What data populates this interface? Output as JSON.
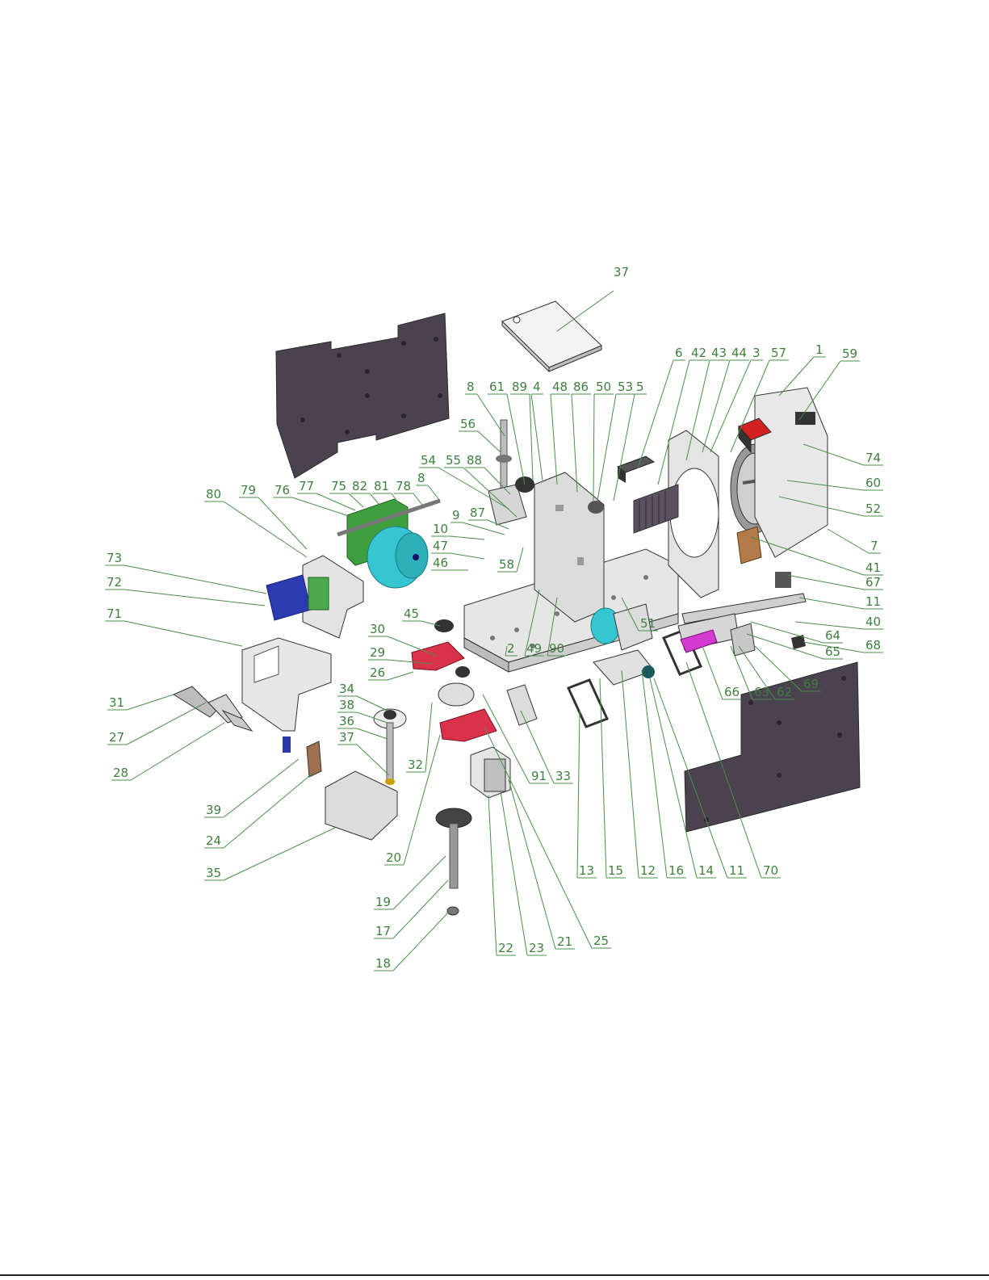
{
  "figure": {
    "kind": "exploded-assembly-drawing",
    "callout_color": "#3f7f3f",
    "top_cover_label": "37"
  },
  "callouts": [
    {
      "id": "c59",
      "label": "59"
    },
    {
      "id": "c1",
      "label": "1"
    },
    {
      "id": "c57",
      "label": "57"
    },
    {
      "id": "c3",
      "label": "3"
    },
    {
      "id": "c44",
      "label": "44"
    },
    {
      "id": "c43",
      "label": "43"
    },
    {
      "id": "c42",
      "label": "42"
    },
    {
      "id": "c6",
      "label": "6"
    },
    {
      "id": "c5",
      "label": "5"
    },
    {
      "id": "c53",
      "label": "53"
    },
    {
      "id": "c50",
      "label": "50"
    },
    {
      "id": "c86",
      "label": "86"
    },
    {
      "id": "c48",
      "label": "48"
    },
    {
      "id": "c4",
      "label": "4"
    },
    {
      "id": "c89",
      "label": "89"
    },
    {
      "id": "c61",
      "label": "61"
    },
    {
      "id": "c8a",
      "label": "8"
    },
    {
      "id": "c56",
      "label": "56"
    },
    {
      "id": "c54",
      "label": "54"
    },
    {
      "id": "c55",
      "label": "55"
    },
    {
      "id": "c88",
      "label": "88"
    },
    {
      "id": "c8b",
      "label": "8"
    },
    {
      "id": "c9",
      "label": "9"
    },
    {
      "id": "c87",
      "label": "87"
    },
    {
      "id": "c10",
      "label": "10"
    },
    {
      "id": "c47",
      "label": "47"
    },
    {
      "id": "c46",
      "label": "46"
    },
    {
      "id": "c58",
      "label": "58"
    },
    {
      "id": "c80",
      "label": "80"
    },
    {
      "id": "c79",
      "label": "79"
    },
    {
      "id": "c76",
      "label": "76"
    },
    {
      "id": "c77",
      "label": "77"
    },
    {
      "id": "c75",
      "label": "75"
    },
    {
      "id": "c82",
      "label": "82"
    },
    {
      "id": "c81",
      "label": "81"
    },
    {
      "id": "c78",
      "label": "78"
    },
    {
      "id": "c73",
      "label": "73"
    },
    {
      "id": "c72",
      "label": "72"
    },
    {
      "id": "c71",
      "label": "71"
    },
    {
      "id": "c45",
      "label": "45"
    },
    {
      "id": "c30",
      "label": "30"
    },
    {
      "id": "c29",
      "label": "29"
    },
    {
      "id": "c26",
      "label": "26"
    },
    {
      "id": "c34",
      "label": "34"
    },
    {
      "id": "c38",
      "label": "38"
    },
    {
      "id": "c36",
      "label": "36"
    },
    {
      "id": "c37",
      "label": "37"
    },
    {
      "id": "c32",
      "label": "32"
    },
    {
      "id": "c31",
      "label": "31"
    },
    {
      "id": "c27",
      "label": "27"
    },
    {
      "id": "c28",
      "label": "28"
    },
    {
      "id": "c39",
      "label": "39"
    },
    {
      "id": "c24",
      "label": "24"
    },
    {
      "id": "c35",
      "label": "35"
    },
    {
      "id": "c20",
      "label": "20"
    },
    {
      "id": "c2",
      "label": "2"
    },
    {
      "id": "c49",
      "label": "49"
    },
    {
      "id": "c90",
      "label": "90"
    },
    {
      "id": "c51",
      "label": "51"
    },
    {
      "id": "c91",
      "label": "91"
    },
    {
      "id": "c33",
      "label": "33"
    },
    {
      "id": "c74",
      "label": "74"
    },
    {
      "id": "c60",
      "label": "60"
    },
    {
      "id": "c52",
      "label": "52"
    },
    {
      "id": "c7",
      "label": "7"
    },
    {
      "id": "c41",
      "label": "41"
    },
    {
      "id": "c67",
      "label": "67"
    },
    {
      "id": "c11a",
      "label": "11"
    },
    {
      "id": "c40",
      "label": "40"
    },
    {
      "id": "c68",
      "label": "68"
    },
    {
      "id": "c64",
      "label": "64"
    },
    {
      "id": "c65",
      "label": "65"
    },
    {
      "id": "c69",
      "label": "69"
    },
    {
      "id": "c62",
      "label": "62"
    },
    {
      "id": "c63",
      "label": "63"
    },
    {
      "id": "c66",
      "label": "66"
    },
    {
      "id": "c13",
      "label": "13"
    },
    {
      "id": "c15",
      "label": "15"
    },
    {
      "id": "c12",
      "label": "12"
    },
    {
      "id": "c16",
      "label": "16"
    },
    {
      "id": "c14",
      "label": "14"
    },
    {
      "id": "c11b",
      "label": "11"
    },
    {
      "id": "c70",
      "label": "70"
    },
    {
      "id": "c19",
      "label": "19"
    },
    {
      "id": "c17",
      "label": "17"
    },
    {
      "id": "c18",
      "label": "18"
    },
    {
      "id": "c22",
      "label": "22"
    },
    {
      "id": "c23",
      "label": "23"
    },
    {
      "id": "c21",
      "label": "21"
    },
    {
      "id": "c25",
      "label": "25"
    }
  ]
}
